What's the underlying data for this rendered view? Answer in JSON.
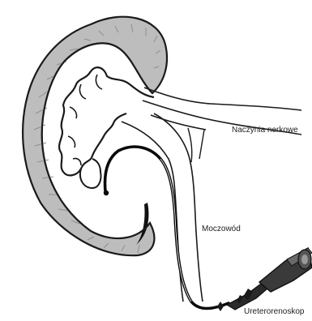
{
  "labels": {
    "renal_vessels": "Naczynia nerkowe",
    "ureter": "Moczowód",
    "ureterorenoscope": "Ureterorenoskop"
  }
}
